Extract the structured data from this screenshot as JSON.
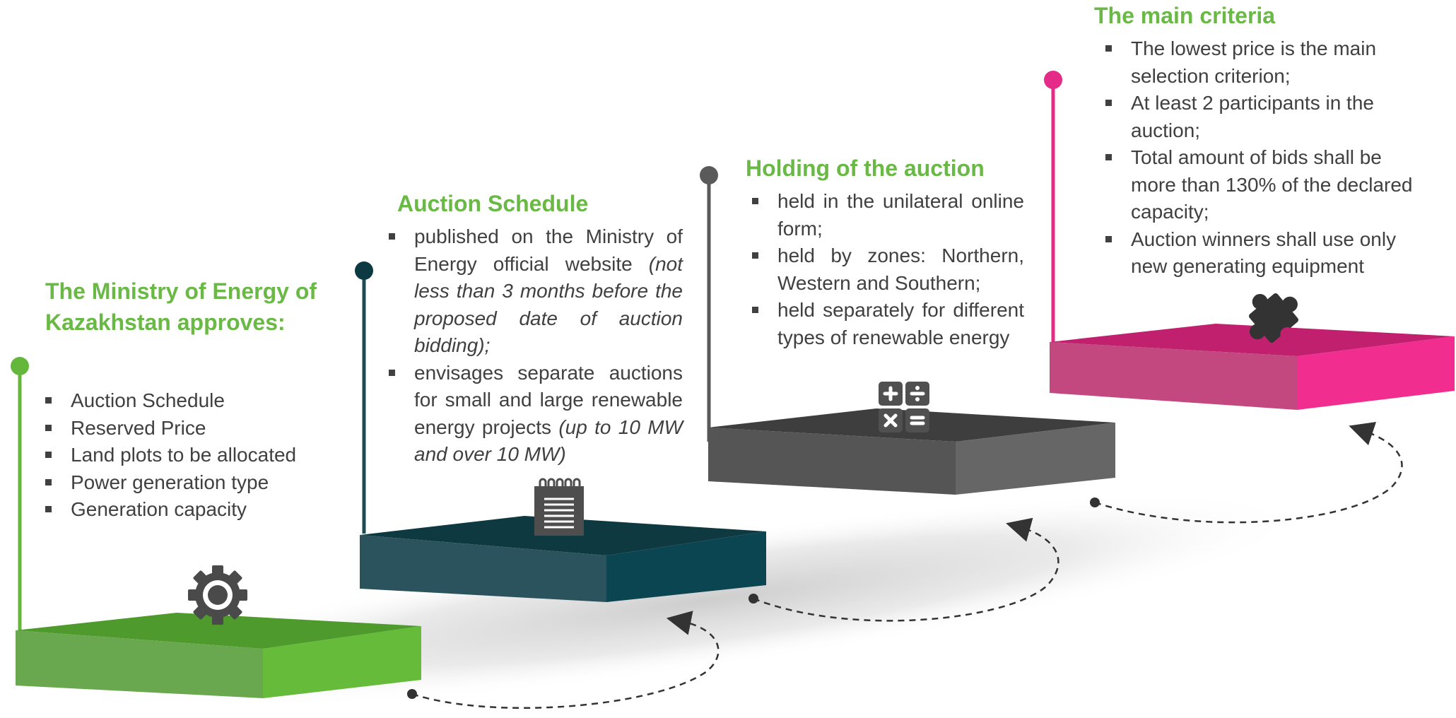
{
  "steps": [
    {
      "title": "The Ministry of Energy of Kazakhstan approves:",
      "color": "#65b73b",
      "icon": "gear-icon",
      "items": [
        "Auction Schedule",
        "Reserved Price",
        "Land plots to be allocated",
        "Power generation type",
        "Generation capacity"
      ]
    },
    {
      "title": "Auction Schedule",
      "color": "#1f4b55",
      "icon": "notepad-icon",
      "items": [
        {
          "text": "published on the Ministry of Energy official website ",
          "note": "(not less than 3 months before the proposed date of auction bidding);"
        },
        {
          "text": "envisages separate auctions for small and large renewable energy projects ",
          "note": "(up to 10 MW and over 10 MW)"
        }
      ]
    },
    {
      "title": "Holding of the auction",
      "color": "#5a5a5a",
      "icon": "calculator-icon",
      "items": [
        "held in the unilateral online form;",
        "held by zones: Northern, Western and Southern;",
        "held separately for different types of renewable energy"
      ]
    },
    {
      "title": "The main criteria",
      "color": "#e32b87",
      "icon": "puzzle-piece-icon",
      "items": [
        "The lowest price is the main selection criterion;",
        "At least 2 participants in the auction;",
        "Total amount of bids shall be more than 130% of the declared capacity;",
        "Auction winners shall use only new generating equipment"
      ]
    }
  ],
  "heading_color": "#6ab845",
  "text_color": "#404040"
}
